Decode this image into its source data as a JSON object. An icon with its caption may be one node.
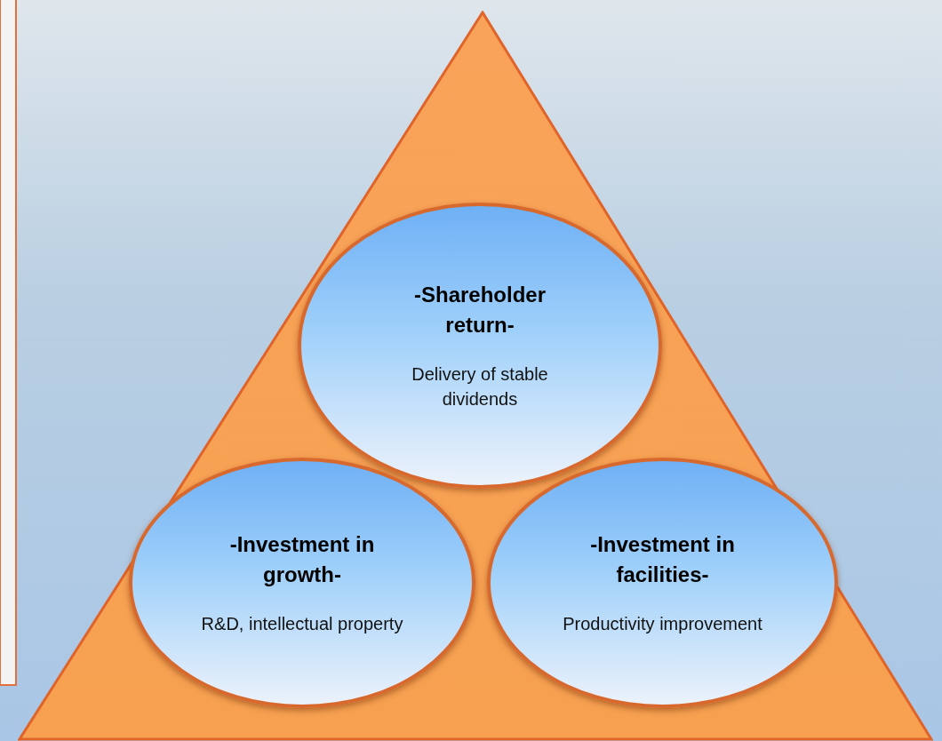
{
  "diagram": {
    "nodes": [
      {
        "text": [],
        "shape": "triangle"
      },
      {
        "text": [
          "-Shareholder return-",
          "Delivery of stable dividends"
        ],
        "in": 0
      },
      {
        "text": [
          "-Investment in growth-",
          "R&D, intellectual property"
        ],
        "in": 0
      },
      {
        "text": [
          "-Investment in facilities-",
          "Productivity improvement"
        ],
        "in": 0
      }
    ],
    "edges": []
  }
}
